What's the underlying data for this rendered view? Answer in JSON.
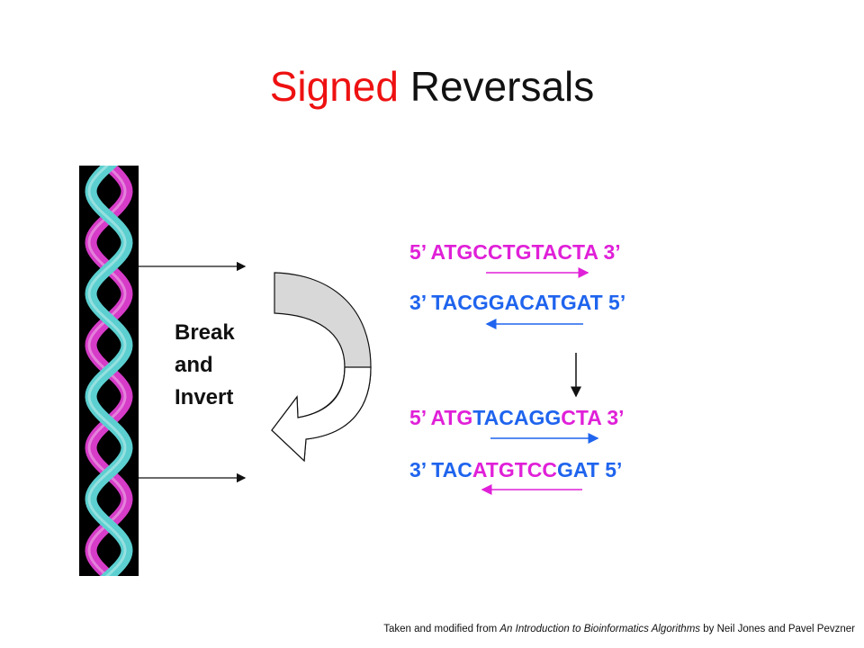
{
  "title": {
    "word1": "Signed",
    "word2": "Reversals"
  },
  "label": {
    "line1": "Break",
    "line2": "and",
    "line3": "Invert"
  },
  "before": {
    "top": {
      "p1": "5’ ATG",
      "p2": "CCTGTA",
      "p3": "CTA 3’"
    },
    "bottom": {
      "p1": "3’ TAC",
      "p2": "GGACAT",
      "p3": "GAT 5’"
    }
  },
  "after": {
    "top": {
      "p1": "5’ ATG",
      "p2": "TACAGG",
      "p3": "CTA 3’"
    },
    "bottom": {
      "p1": "3’ TAC",
      "p2": "ATGTCC",
      "p3": "GAT 5’"
    }
  },
  "footnote": {
    "prefix": "Taken and modified from ",
    "book": "An Introduction to Bioinformatics Algorithms",
    "suffix": " by Neil Jones and Pavel Pevzner"
  },
  "colors": {
    "title_accent": "#ee1111",
    "pink": "#e020d8",
    "blue": "#1f64ee",
    "helix_pink": "#d63cc8",
    "helix_cyan": "#5ccfd0"
  }
}
